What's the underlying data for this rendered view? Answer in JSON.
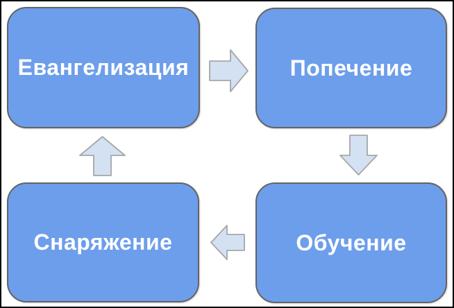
{
  "diagram": {
    "type": "cycle",
    "nodes": [
      {
        "id": "evangelism",
        "label": "Евангелизация"
      },
      {
        "id": "care",
        "label": "Попечение"
      },
      {
        "id": "training",
        "label": "Обучение"
      },
      {
        "id": "equipping",
        "label": "Снаряжение"
      }
    ],
    "arrows": [
      {
        "id": "arrow-right",
        "direction": "right",
        "from": "Евангелизация",
        "to": "Попечение"
      },
      {
        "id": "arrow-down",
        "direction": "down",
        "from": "Попечение",
        "to": "Обучение"
      },
      {
        "id": "arrow-left",
        "direction": "left",
        "from": "Обучение",
        "to": "Снаряжение"
      },
      {
        "id": "arrow-up",
        "direction": "up",
        "from": "Снаряжение",
        "to": "Евангелизация"
      }
    ],
    "colors": {
      "node_fill": "#6d9eeb",
      "node_border": "#636363",
      "label_color": "#ffffff",
      "arrow_fill": "#d3e1f3",
      "arrow_border": "#a6a6a6",
      "frame_border": "#000000"
    }
  }
}
